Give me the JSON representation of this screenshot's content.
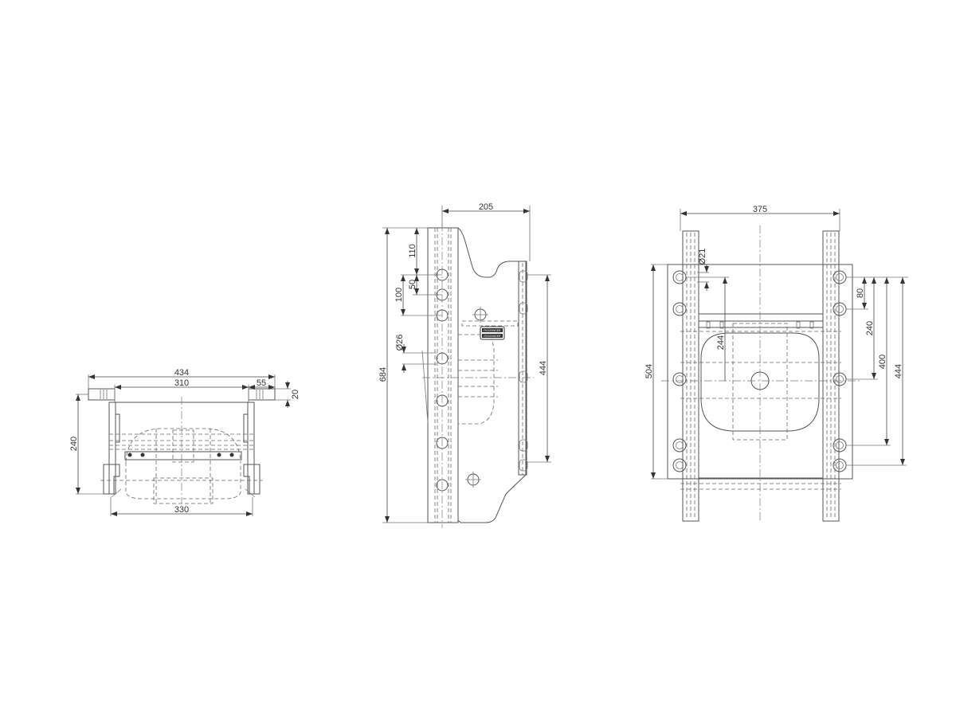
{
  "drawing": {
    "views": [
      {
        "name": "front-view",
        "dimensions": {
          "overall_width": "434",
          "inner_width": "310",
          "flange_width": "55",
          "flange_thickness": "20",
          "height": "240",
          "bottom_width": "330"
        }
      },
      {
        "name": "side-view",
        "dimensions": {
          "depth": "205",
          "top_to_first_hole": "110",
          "hole_pitch": "50",
          "hole_span": "100",
          "hole_diameter": "Ø26",
          "overall_height": "684",
          "mount_span": "444"
        },
        "plate_text": [
          "ROCKINGER",
          "ROCKINGER"
        ]
      },
      {
        "name": "rear-view",
        "dimensions": {
          "overall_width": "375",
          "hole_diameter": "Ø21",
          "inner_height": "244",
          "plate_height": "504",
          "hole_spacing_1": "80",
          "hole_spacing_2": "240",
          "hole_spacing_3": "400",
          "hole_spacing_4": "444"
        }
      }
    ]
  }
}
